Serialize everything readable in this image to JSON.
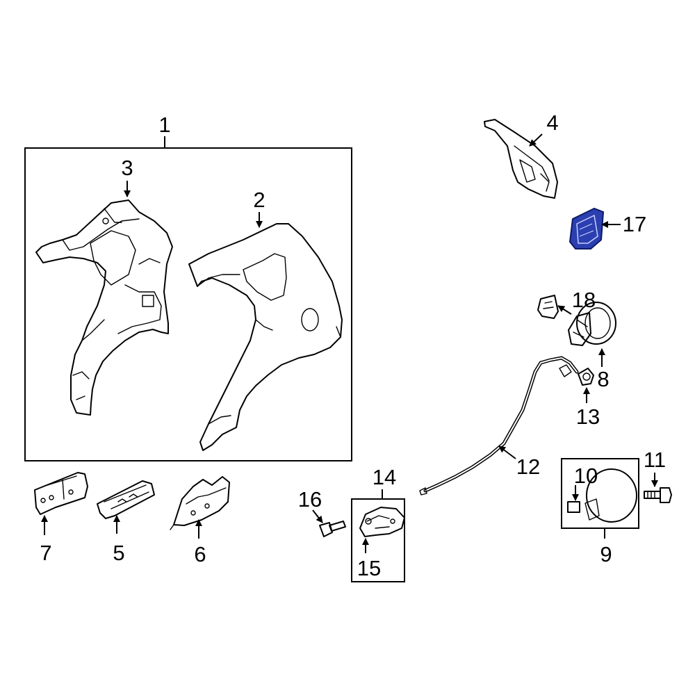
{
  "callouts": {
    "c1": "1",
    "c2": "2",
    "c3": "3",
    "c4": "4",
    "c5": "5",
    "c6": "6",
    "c7": "7",
    "c8": "8",
    "c9": "9",
    "c10": "10",
    "c11": "11",
    "c12": "12",
    "c13": "13",
    "c14": "14",
    "c15": "15",
    "c16": "16",
    "c17": "17",
    "c18": "18"
  },
  "highlight_color": "#2b3fb0",
  "highlighted_part": "17",
  "icons": {
    "arrowhead": "arrowhead-icon"
  }
}
